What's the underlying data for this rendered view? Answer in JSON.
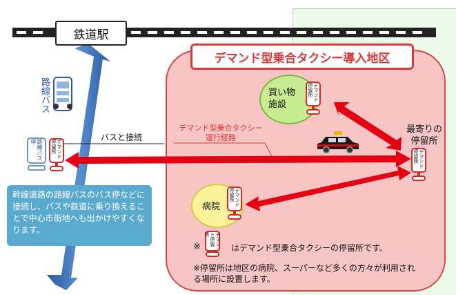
{
  "station": {
    "label": "鉄道駅"
  },
  "area": {
    "title": "デマンド型乗合タクシー導入地区"
  },
  "trunk_road": {
    "label": "幹線道路"
  },
  "bus": {
    "label": "路線バス"
  },
  "bus_stop": {
    "label": "路線バス停"
  },
  "bus_connection": {
    "label": "バスと接続"
  },
  "route": {
    "label_line1": "デマンド型乗合タクシー",
    "label_line2": "運行経路"
  },
  "shopping": {
    "label_line1": "買い物",
    "label_line2": "施設"
  },
  "hospital": {
    "label": "病院"
  },
  "nearest_stop": {
    "label_line1": "最寄りの",
    "label_line2": "停留所"
  },
  "stop_sign": {
    "label": "デマンド停留所"
  },
  "info_box": {
    "text": "幹線道路の路線バスのバス停などに接続し、バスや鉄道に乗り換えることで中心市街地へも出かけやすくなります。"
  },
  "legend": {
    "prefix": "※",
    "text": "はデマンド型乗合タクシーの停留所です。"
  },
  "note": {
    "text": "※停留所は地区の病院、スーパーなど多くの方々が利用される場所に設置します。"
  },
  "colors": {
    "accent_red": "#d83a3a",
    "area_pink": "#f8c5c5",
    "road_blue": "#3a6fb5",
    "info_blue": "#5aa9cf",
    "shop_green": "#c8ec92",
    "hospital_yellow": "#fbf29c",
    "panel_green": "#ecfbea"
  }
}
